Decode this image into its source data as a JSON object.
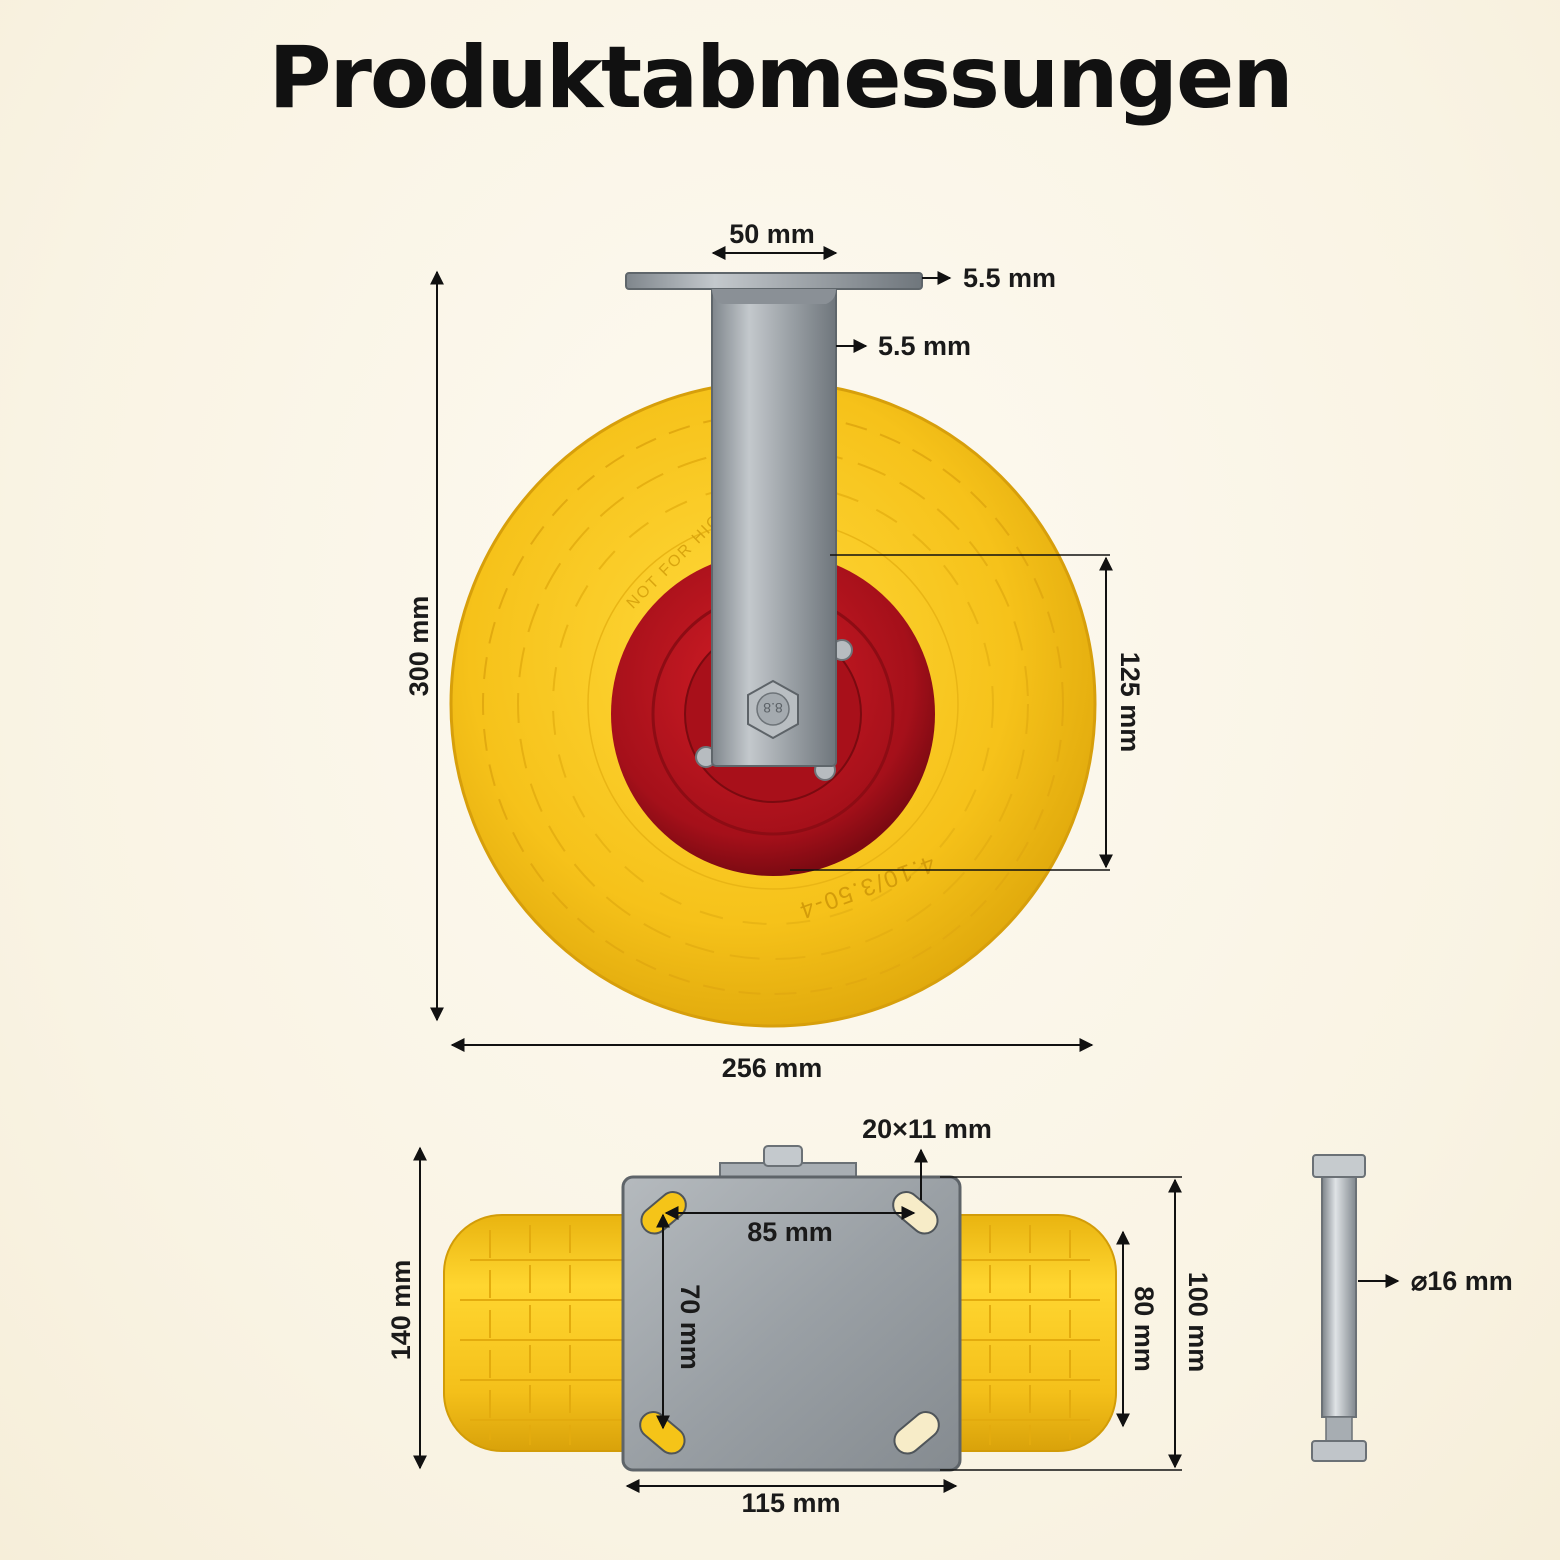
{
  "title": "Produktabmessungen",
  "dimensions": {
    "plate_width": "50 mm",
    "plate_thickness": "5.5 mm",
    "bracket_thickness": "5.5 mm",
    "total_height": "300 mm",
    "hub_diameter": "125 mm",
    "wheel_diameter": "256 mm",
    "slot_size": "20×11 mm",
    "hole_spacing_x": "85 mm",
    "hole_spacing_y": "70 mm",
    "wheel_width": "140 mm",
    "plate_inner": "80 mm",
    "plate_depth": "100 mm",
    "plate_length": "115 mm",
    "axle_diameter": "⌀16 mm"
  },
  "tire_marking": "4.10/3.50-4",
  "tire_warning": "NOT FOR HIGHWAY",
  "bolt_marking": "8.8",
  "colors": {
    "tire": "#f5c518",
    "hub": "#b3141c",
    "steel": "#a9afb4"
  }
}
